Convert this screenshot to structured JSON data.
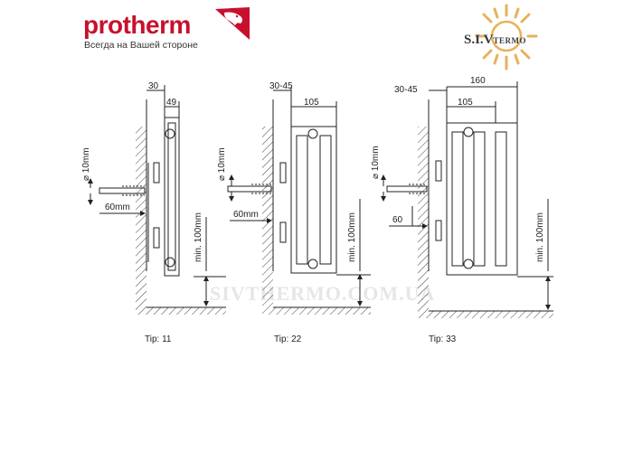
{
  "brand": {
    "name": "protherm",
    "slogan": "Всегда на Вашей стороне",
    "color": "#c8102e"
  },
  "partner_logo": {
    "text_main": "S.I.V",
    "text_small": "TERMO",
    "sun_color": "#e7b25b"
  },
  "watermark": "SIVTHERMO.COM.UA",
  "diagrams": [
    {
      "caption": "Tip: 11",
      "dims": {
        "wall_gap": "30",
        "depth": "49",
        "pipe": "⌀ 10mm",
        "bracket": "60mm",
        "floor": "min. 100mm"
      }
    },
    {
      "caption": "Tip: 22",
      "dims": {
        "wall_gap": "30-45",
        "depth": "105",
        "pipe": "⌀ 10mm",
        "bracket": "60mm",
        "floor": "min. 100mm"
      }
    },
    {
      "caption": "Tip: 33",
      "dims": {
        "wall_gap": "30-45",
        "total": "160",
        "depth": "105",
        "pipe": "⌀ 10mm",
        "bracket": "60",
        "floor": "min. 100mm"
      }
    }
  ]
}
